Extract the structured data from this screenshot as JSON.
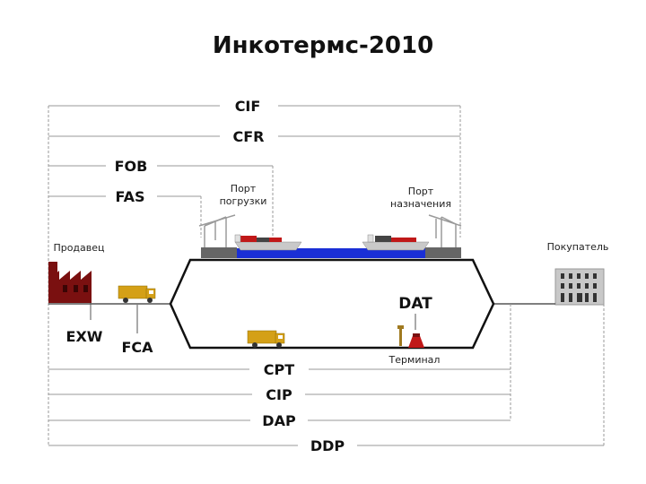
{
  "title": "Инкотермс-2010",
  "terms": {
    "cif": "CIF",
    "cfr": "CFR",
    "fob": "FOB",
    "fas": "FAS",
    "exw": "EXW",
    "fca": "FCA",
    "dat": "DAT",
    "cpt": "CPT",
    "cip": "CIP",
    "dap": "DAP",
    "ddp": "DDP"
  },
  "labels": {
    "seller": "Продавец",
    "buyer": "Покупатель",
    "port_loading_1": "Порт",
    "port_loading_2": "погрузки",
    "port_dest_1": "Порт",
    "port_dest_2": "назначения",
    "terminal": "Терминал"
  },
  "colors": {
    "sea": "#1a2fd6",
    "factory": "#7a1010",
    "truck": "#d4a017",
    "lines": "#888888",
    "crane": "#9a9a9a"
  }
}
